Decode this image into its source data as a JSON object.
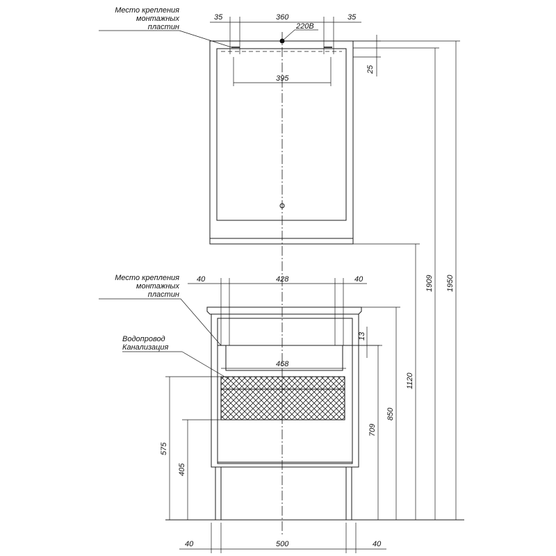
{
  "notes": {
    "mount_top_1": "Место крепления",
    "mount_top_2": "монтажных",
    "mount_top_3": "пластин",
    "mount_mid_1": "Место крепления",
    "mount_mid_2": "монтажных",
    "mount_mid_3": "пластин",
    "water": "Водопровод",
    "sewer": "Канализация",
    "power": "220В"
  },
  "dims": {
    "top_left": "35",
    "top_center": "360",
    "top_right": "35",
    "mirror_plate": "395",
    "mirror_offset": "25",
    "cab_left": "40",
    "cab_center": "428",
    "cab_right": "40",
    "basin_thk": "13",
    "basin_width": "468",
    "h575": "575",
    "h405": "405",
    "h709": "709",
    "h850": "850",
    "h1120": "1120",
    "h1909": "1909",
    "h1950": "1950",
    "bottom_left": "40",
    "bottom_center": "500",
    "bottom_right": "40"
  },
  "colors": {
    "line": "#1a1a1a",
    "background": "#ffffff"
  }
}
